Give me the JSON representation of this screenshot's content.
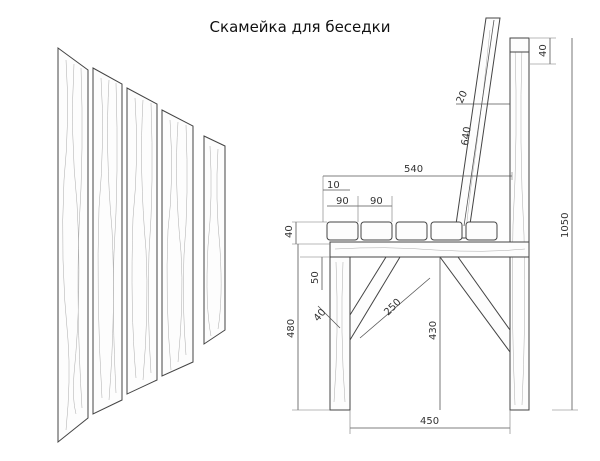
{
  "title": "Скамейка для беседки",
  "dimensions": {
    "d40_top": "40",
    "d20": "20",
    "d640": "640",
    "d540": "540",
    "d10": "10",
    "d90_a": "90",
    "d90_b": "90",
    "d40_seat": "40",
    "d1050": "1050",
    "d50": "50",
    "d40_leg": "40",
    "d250": "250",
    "d480": "480",
    "d430": "430",
    "d450": "450"
  }
}
